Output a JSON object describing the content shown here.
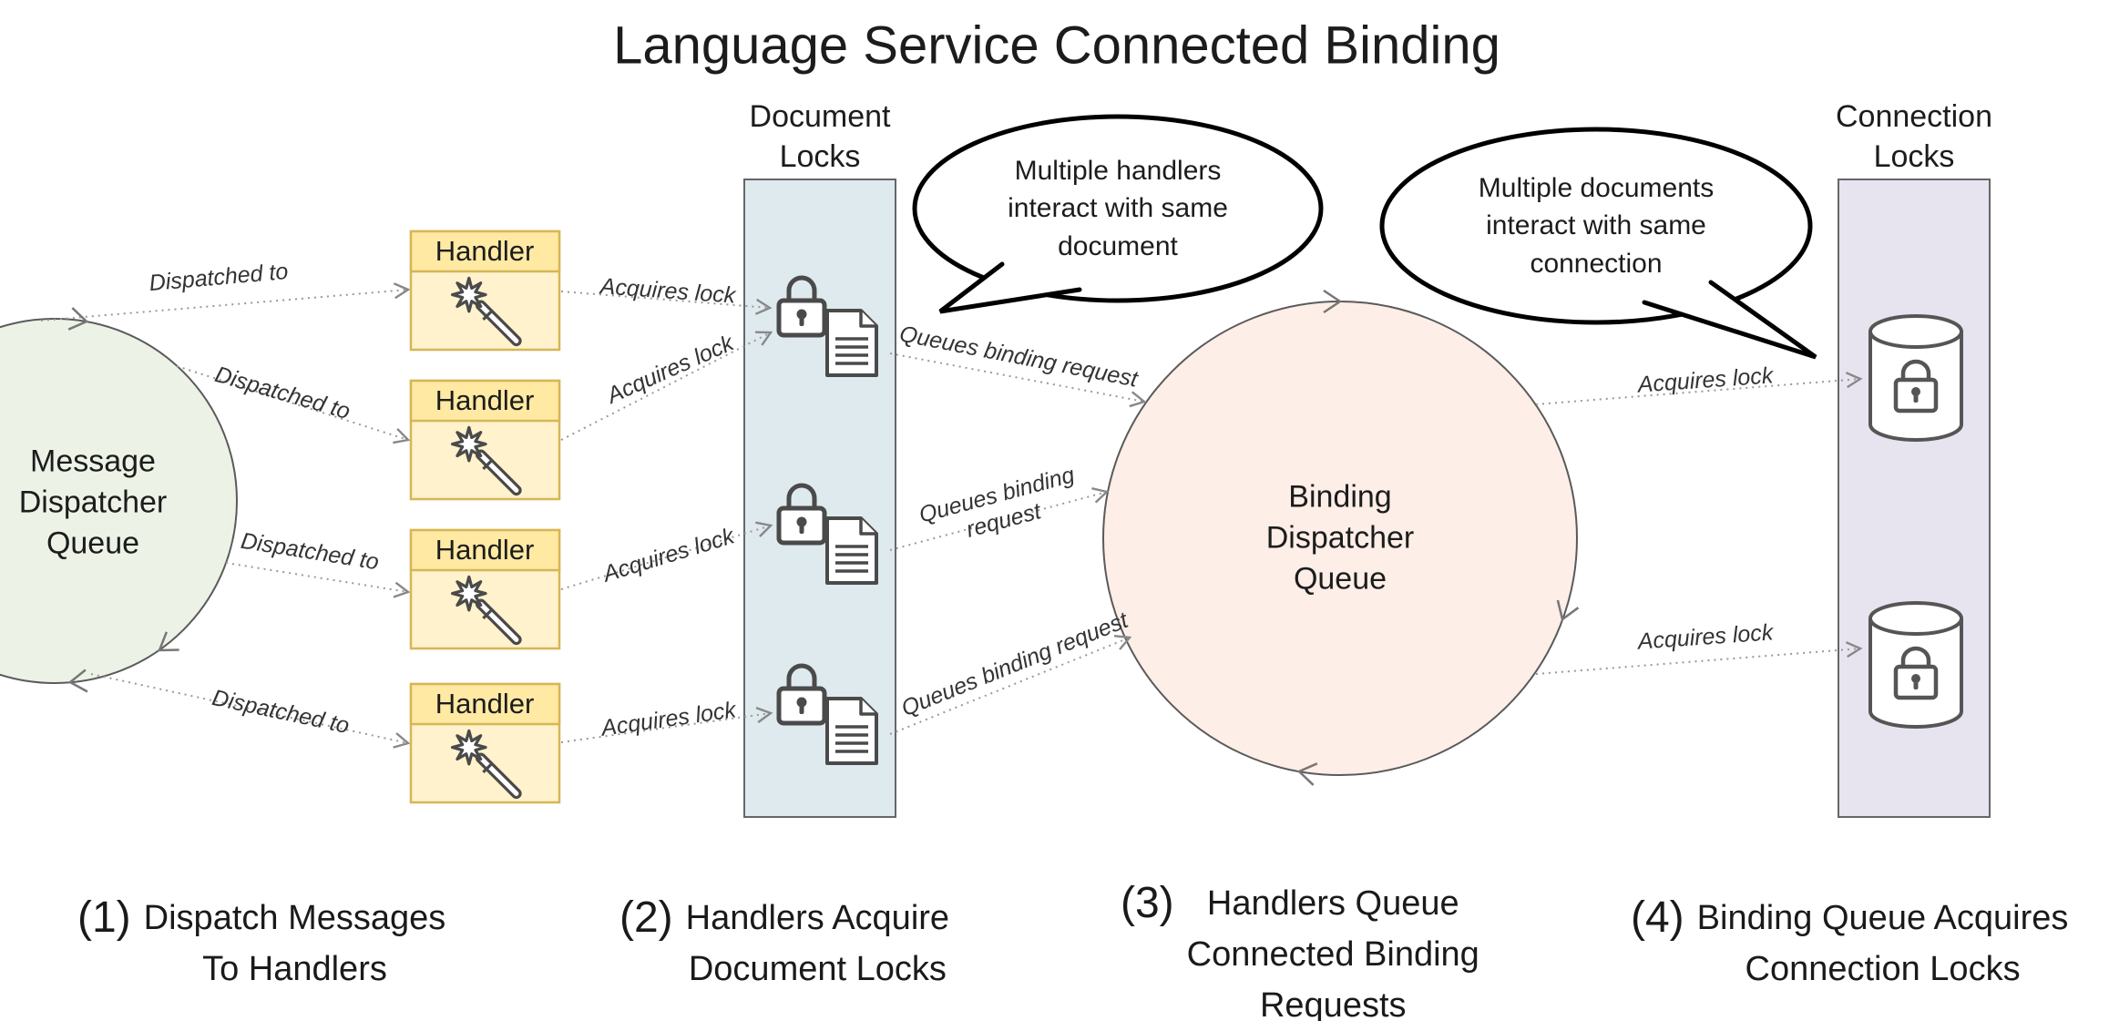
{
  "title": "Language Service Connected Binding",
  "nodes": {
    "message_queue": {
      "label": "Message\nDispatcher\nQueue"
    },
    "binding_queue": {
      "label": "Binding\nDispatcher\nQueue"
    },
    "handlers": [
      {
        "label": "Handler"
      },
      {
        "label": "Handler"
      },
      {
        "label": "Handler"
      },
      {
        "label": "Handler"
      }
    ],
    "document_locks_column": {
      "label": "Document\nLocks"
    },
    "connection_locks_column": {
      "label": "Connection\nLocks"
    }
  },
  "edges": {
    "dispatched": [
      {
        "label": "Dispatched to"
      },
      {
        "label": "Dispatched to"
      },
      {
        "label": "Dispatched to"
      },
      {
        "label": "Dispatched to"
      }
    ],
    "acquire_document_lock": [
      {
        "label": "Acquires lock"
      },
      {
        "label": "Acquires lock"
      },
      {
        "label": "Acquires lock"
      },
      {
        "label": "Acquires lock"
      }
    ],
    "queue_binding_request": [
      {
        "label": "Queues binding request"
      },
      {
        "label": "Queues binding\nrequest"
      },
      {
        "label": "Queues binding request"
      }
    ],
    "acquire_connection_lock": [
      {
        "label": "Acquires lock"
      },
      {
        "label": "Acquires lock"
      }
    ]
  },
  "callouts": [
    {
      "text": "Multiple handlers\ninteract with same\ndocument"
    },
    {
      "text": "Multiple documents\ninteract with same\nconnection"
    }
  ],
  "captions": [
    {
      "num": "(1)",
      "text": "Dispatch Messages\nTo Handlers"
    },
    {
      "num": "(2)",
      "text": "Handlers Acquire\nDocument Locks"
    },
    {
      "num": "(3)",
      "text": "Handlers Queue\nConnected Binding\nRequests"
    },
    {
      "num": "(4)",
      "text": "Binding Queue Acquires\nConnection Locks"
    }
  ],
  "colors": {
    "message_queue_fill": "#edf2e6",
    "binding_queue_fill": "#fdeee7",
    "handler_fill": "#fff2cc",
    "handler_header_fill": "#ffe9a3",
    "handler_border": "#d6b656",
    "document_column_fill": "#dfeaee",
    "connection_column_fill": "#e7e4f0",
    "column_border": "#666666",
    "edge_color": "#999999",
    "icon_stroke": "#4a4a4a",
    "bubble_stroke": "#000000"
  }
}
